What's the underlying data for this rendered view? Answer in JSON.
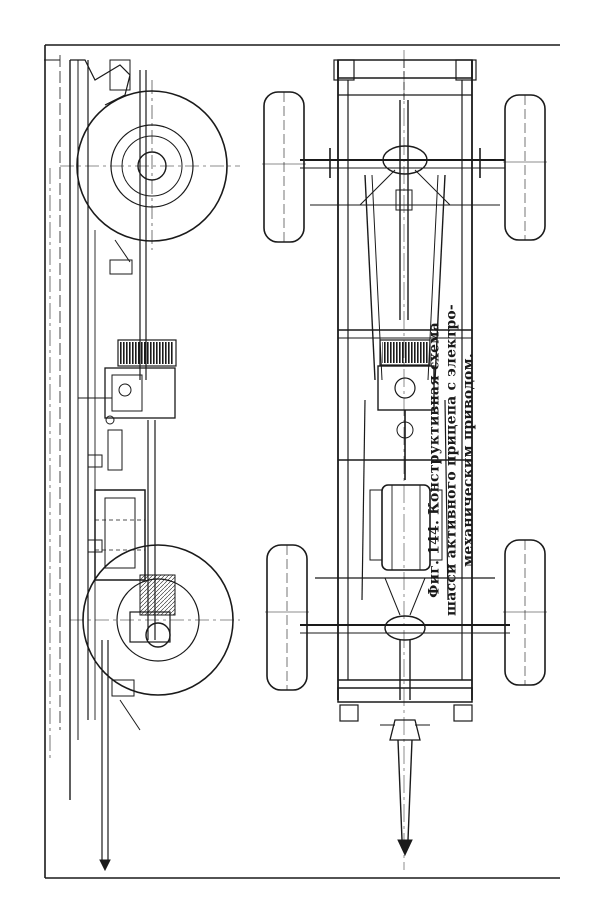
{
  "figure": {
    "caption_lines": [
      "Фиг. 144. Конструктивная схема",
      "шасси активного прицепа с электро-",
      "механическим приводом."
    ]
  },
  "colors": {
    "ink": "#1a1a1a",
    "paper": "#ffffff"
  }
}
